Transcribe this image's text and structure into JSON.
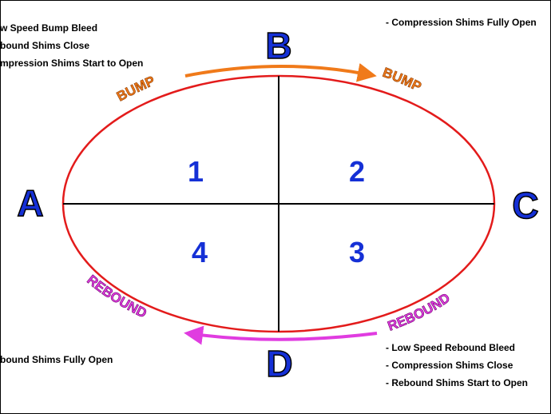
{
  "points": {
    "a": "A",
    "b": "B",
    "c": "C",
    "d": "D"
  },
  "quadrants": {
    "q1": "1",
    "q2": "2",
    "q3": "3",
    "q4": "4"
  },
  "arcs": {
    "bump_left": "BUMP",
    "bump_right": "BUMP",
    "rebound_left": "REBOUND",
    "rebound_right": "REBOUND"
  },
  "notes": {
    "top_left": [
      "w Speed Bump Bleed",
      "bound Shims Close",
      "mpression Shims Start to Open"
    ],
    "top_right": [
      "- Compression Shims Fully Open"
    ],
    "bottom_left": [
      "bound Shims Fully Open"
    ],
    "bottom_right": [
      "- Low Speed Rebound Bleed",
      "- Compression Shims Close",
      "- Rebound Shims Start to Open"
    ]
  },
  "colors": {
    "ellipse": "#e31b1b",
    "letters": "#1530d6",
    "bump": "#f07a1a",
    "rebound": "#e03ce0",
    "axis": "#000000"
  }
}
